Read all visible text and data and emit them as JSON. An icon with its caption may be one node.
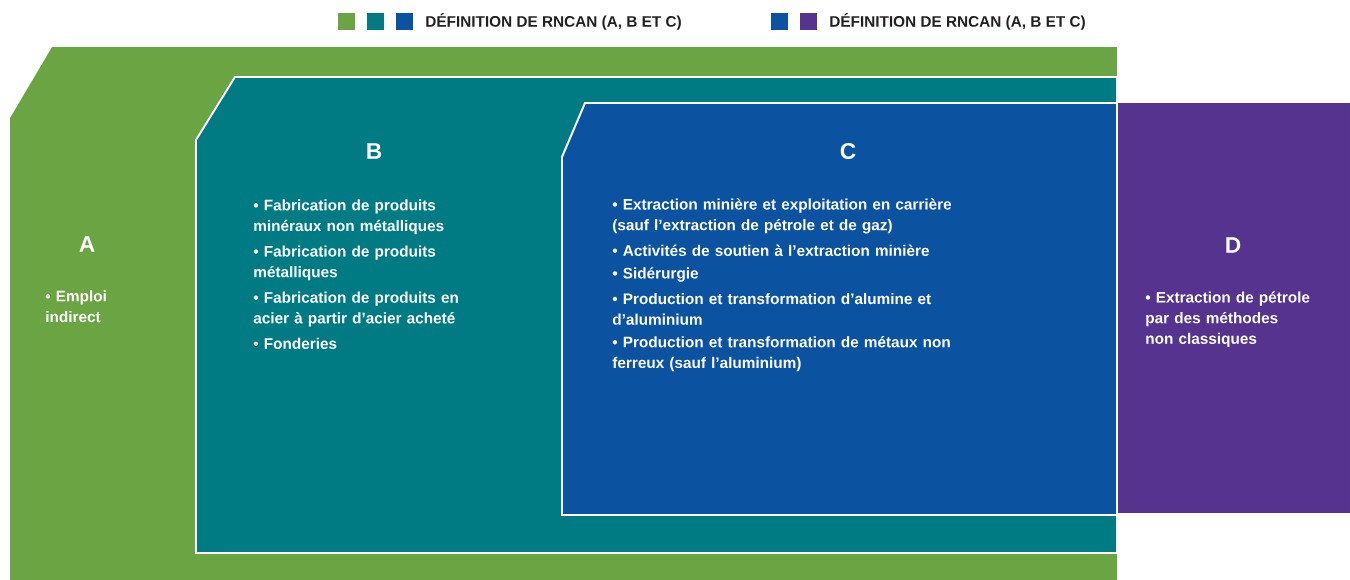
{
  "diagram": {
    "nodes": [
      {
        "text": [
          "A",
          "• Emploi indirect"
        ]
      },
      {
        "text": [
          "B",
          "• Fabrication de produits minéraux non métalliques",
          "• Fabrication de produits métalliques",
          "• Fabrication de produits en acier à partir d’acier acheté",
          "• Fonderies"
        ],
        "in": 0
      },
      {
        "text": [
          "C",
          "• Extraction minière et exploitation en carrière (sauf l’extraction de pétrole et de gaz)",
          "• Activités de soutien à l’extraction minière",
          "• Sidérurgie",
          "• Production et transformation d’alumine et d’aluminium",
          "• Production et transformation de métaux non ferreux (sauf l’aluminium)"
        ],
        "in": 1
      },
      {
        "text": [
          "D",
          "• Extraction de pétrole par des méthodes non classiques"
        ]
      }
    ],
    "legend": [
      {
        "text": "DÉFINITION DE RNCAN (A, B ET C)",
        "color": "#6aa443"
      },
      {
        "text": "DÉFINITION DE RNCAN (A, B ET C)",
        "color": "#0b52a0"
      }
    ]
  }
}
